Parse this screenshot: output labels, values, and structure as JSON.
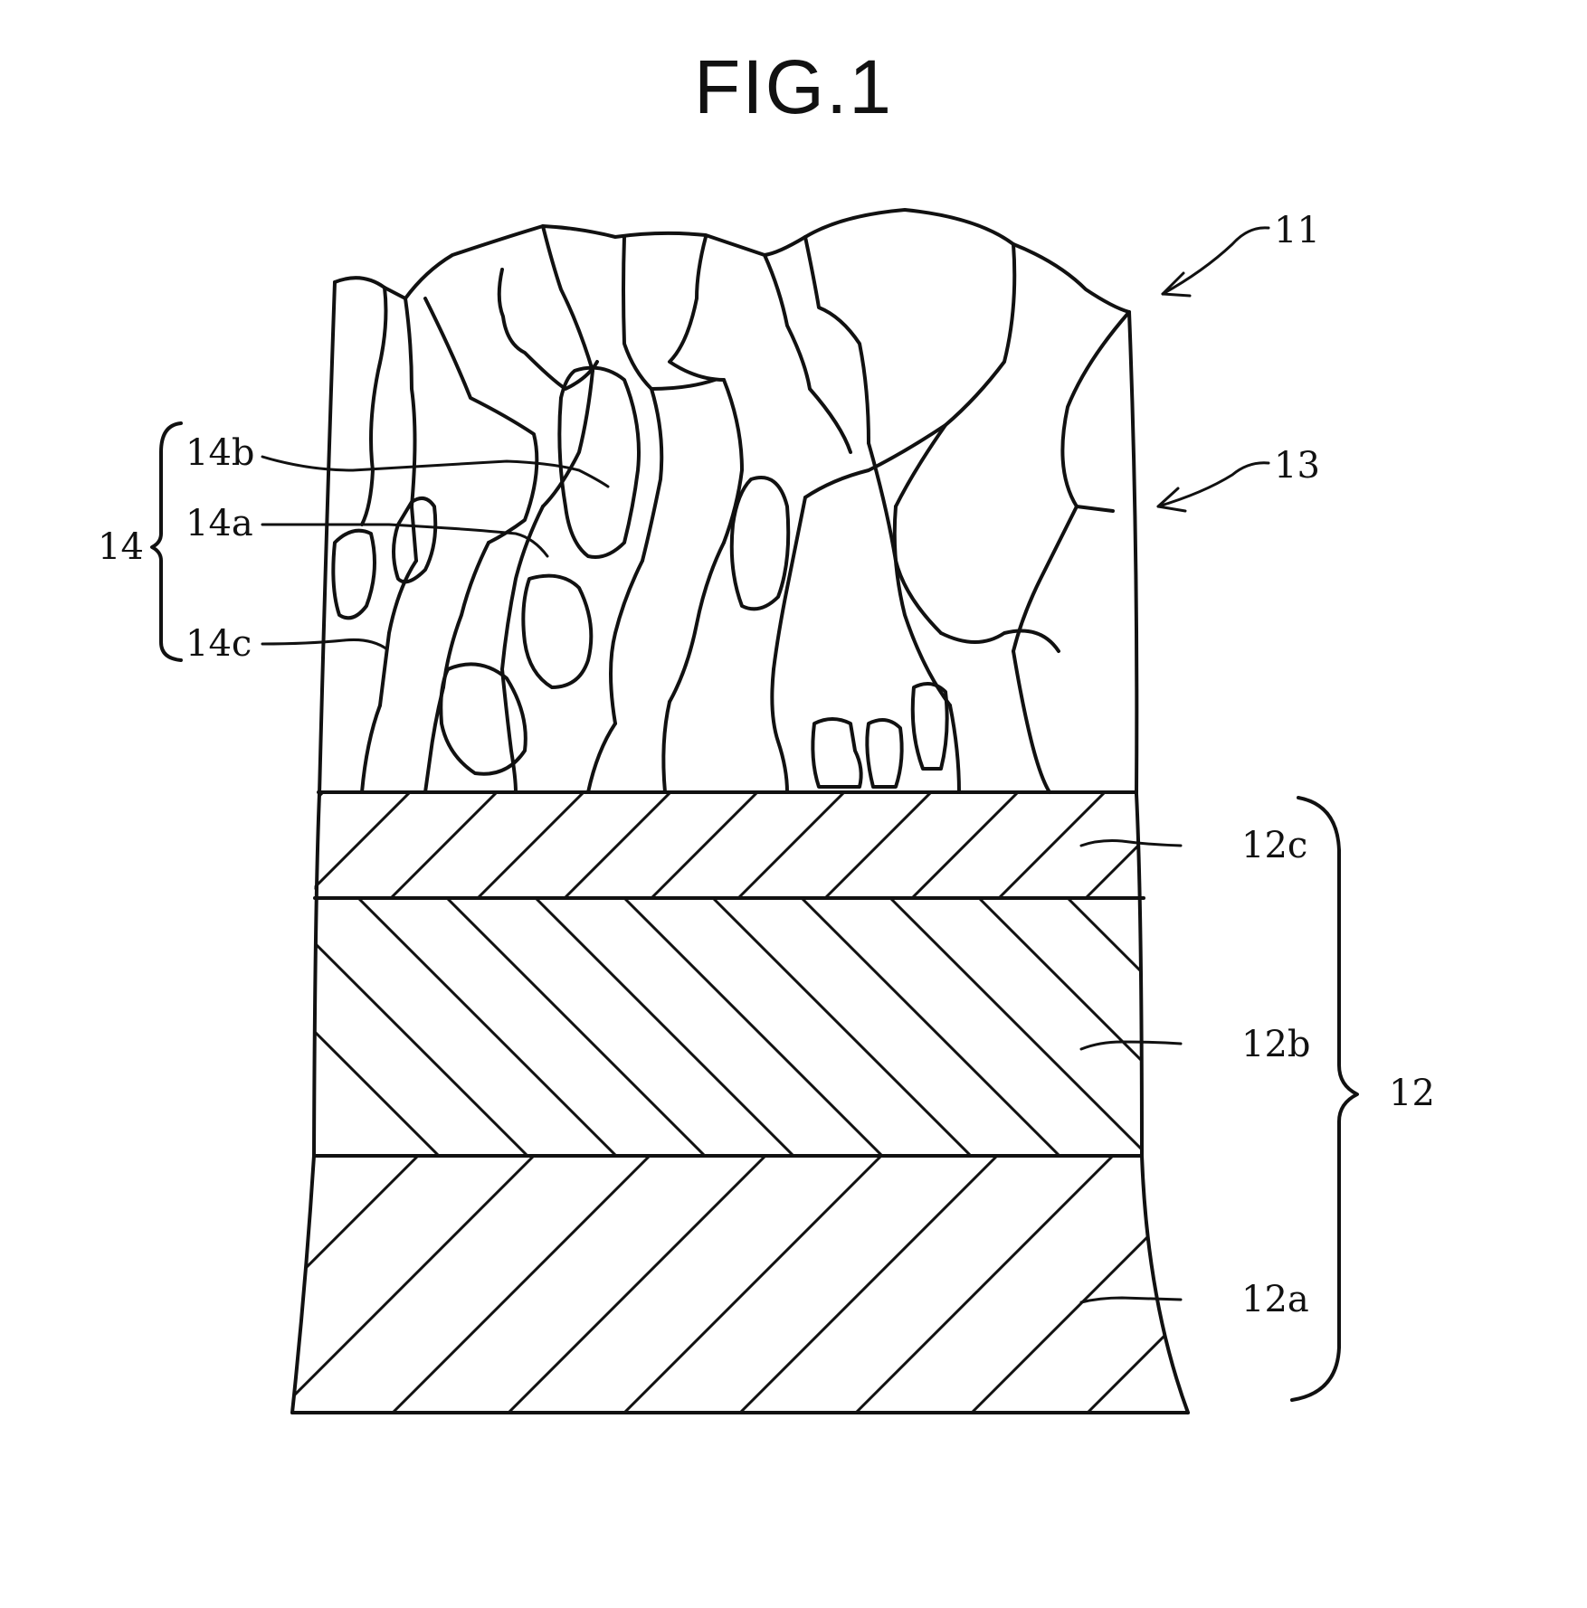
{
  "figure": {
    "title": "FIG.1"
  },
  "labels": {
    "element_11": "11",
    "element_13": "13",
    "element_14": "14",
    "element_14a": "14a",
    "element_14b": "14b",
    "element_14c": "14c",
    "element_12": "12",
    "element_12a": "12a",
    "element_12b": "12b",
    "element_12c": "12c"
  },
  "colors": {
    "ink": "#111111",
    "background": "#ffffff"
  }
}
